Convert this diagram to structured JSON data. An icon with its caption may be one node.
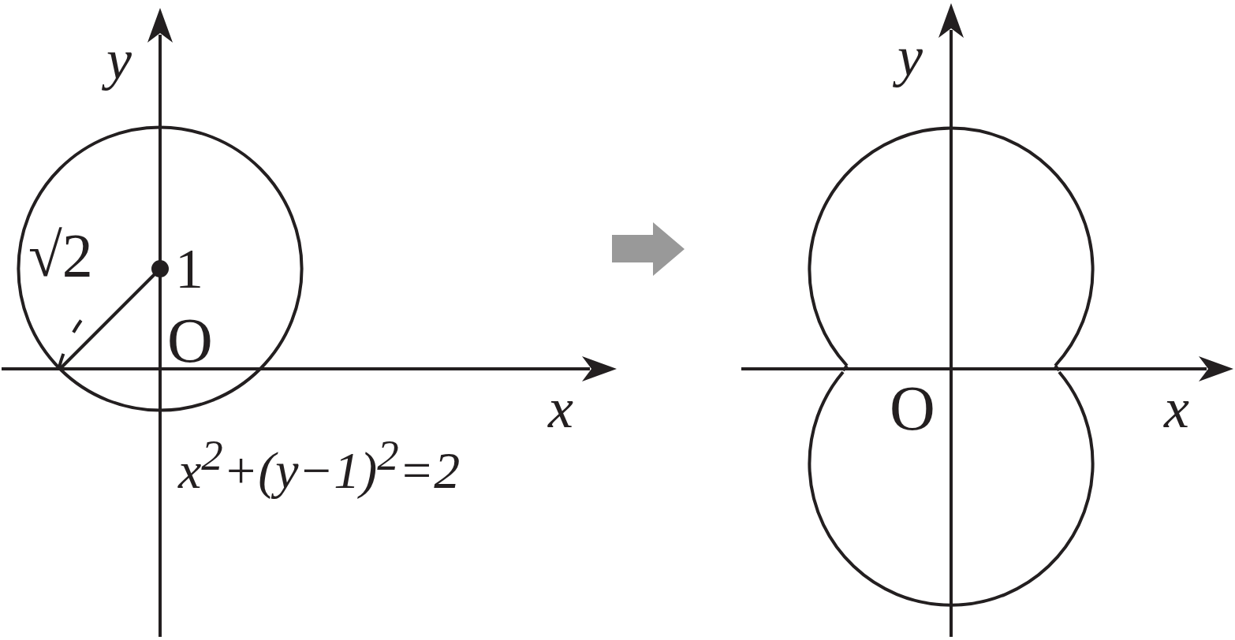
{
  "diagram": {
    "labels": [
      "y",
      "√2",
      "1",
      "O",
      "x",
      "x$^{2}$+(y−1)$^{2}$=2",
      "y",
      "O",
      "x"
    ]
  }
}
